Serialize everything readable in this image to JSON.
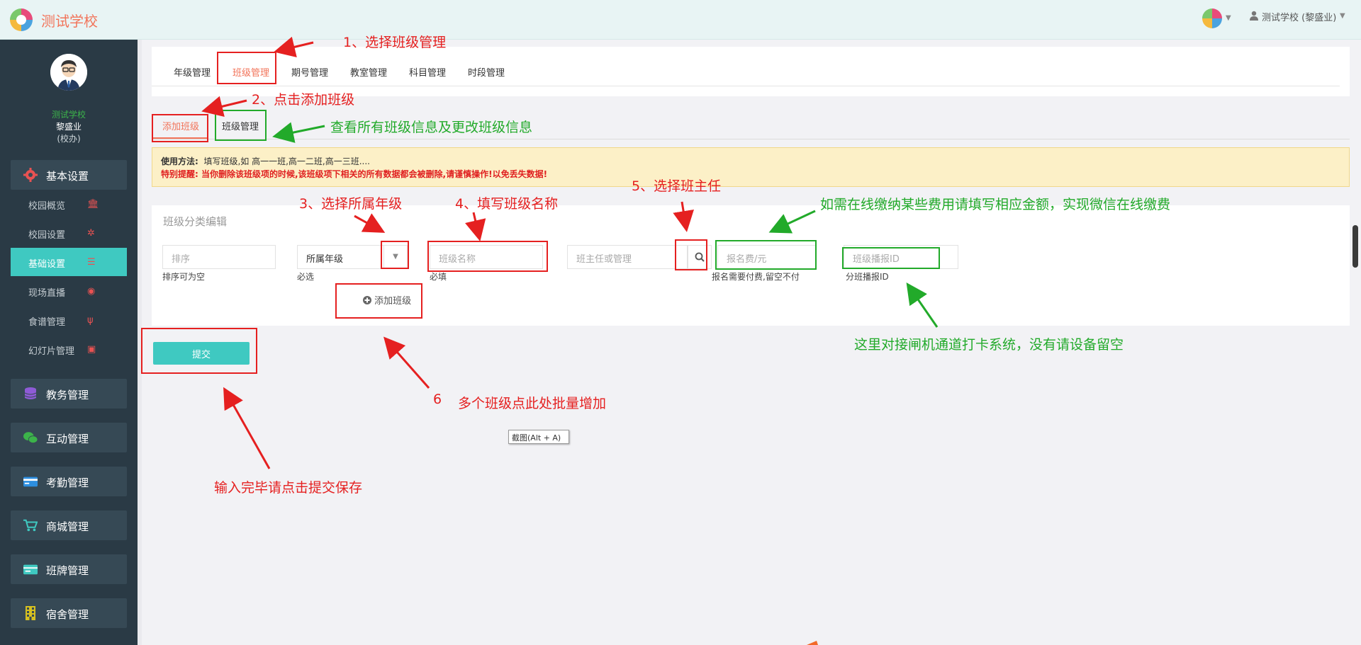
{
  "header": {
    "app_title": "测试学校",
    "user_label": "测试学校 (黎盛业)"
  },
  "profile": {
    "school": "测试学校",
    "name": "黎盛业",
    "role": "(校办)"
  },
  "sidebar": {
    "basic_group": "基本设置",
    "sub_items": [
      {
        "label": "校园概览"
      },
      {
        "label": "校园设置"
      },
      {
        "label": "基础设置"
      },
      {
        "label": "现场直播"
      },
      {
        "label": "食谱管理"
      },
      {
        "label": "幻灯片管理"
      }
    ],
    "groups": [
      {
        "label": "教务管理"
      },
      {
        "label": "互动管理"
      },
      {
        "label": "考勤管理"
      },
      {
        "label": "商城管理"
      },
      {
        "label": "班牌管理"
      },
      {
        "label": "宿舍管理"
      }
    ]
  },
  "tabs": [
    "年级管理",
    "班级管理",
    "期号管理",
    "教室管理",
    "科目管理",
    "时段管理"
  ],
  "subtabs": [
    "添加班级",
    "班级管理"
  ],
  "notice": {
    "usage_label": "使用方法:",
    "usage_text": "填写班级,如 高一一班,高一二班,高一三班....",
    "warning": "特别提醒: 当你删除该班级项的时候,该班级项下相关的所有数据都会被删除,请谨慎操作!以免丢失数据!"
  },
  "form": {
    "title": "班级分类编辑",
    "sort_placeholder": "排序",
    "sort_hint": "排序可为空",
    "grade_value": "所属年级",
    "grade_hint": "必选",
    "name_placeholder": "班级名称",
    "name_hint": "必填",
    "teacher_placeholder": "班主任或管理",
    "fee_placeholder": "报名费/元",
    "fee_hint": "报名需要付费,留空不付",
    "capture_placeholder": "班级播报ID",
    "capture_hint": "分班播报ID",
    "add_row": "添加班级",
    "submit": "提交"
  },
  "tooltip": "截图(Alt + A)",
  "annotations": {
    "a1": "1、选择班级管理",
    "a2": "2、点击添加班级",
    "a_view": "查看所有班级信息及更改班级信息",
    "a3": "3、选择所属年级",
    "a4": "4、填写班级名称",
    "a5": "5、选择班主任",
    "a_fee": "如需在线缴纳某些费用请填写相应金额，实现微信在线缴费",
    "a_gate": "这里对接闸机通道打卡系统，没有请设备留空",
    "a6_num": "6",
    "a6": "多个班级点此处批量增加",
    "a_submit": "输入完毕请点击提交保存"
  },
  "colors": {
    "accent": "#3fc9c1",
    "sidebar": "#2a3a45",
    "annotation_red": "#e52020",
    "annotation_green": "#22aa2a"
  }
}
